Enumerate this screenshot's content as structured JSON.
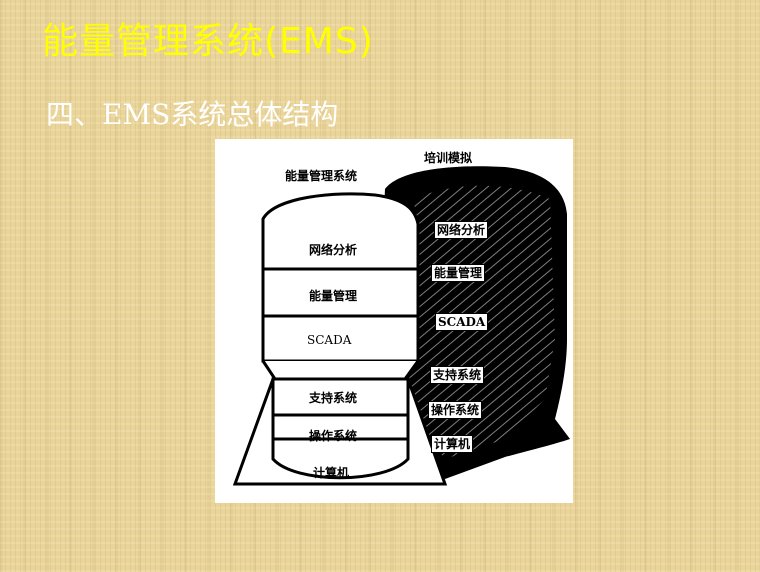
{
  "slide": {
    "title": "能量管理系统(EMS)",
    "subtitle": "四、EMS系统总体结构",
    "title_color": "#ffff00",
    "subtitle_color": "#ffffff",
    "background_color": "#e9d49a"
  },
  "diagram": {
    "left_stack": {
      "heading": "能量管理系统",
      "layers": [
        "网络分析",
        "能量管理",
        "SCADA",
        "支持系统",
        "操作系统",
        "计算机"
      ]
    },
    "right_stack": {
      "heading": "培训模拟",
      "layers": [
        "网络分析",
        "能量管理",
        "SCADA",
        "支持系统",
        "操作系统",
        "计算机"
      ]
    }
  }
}
